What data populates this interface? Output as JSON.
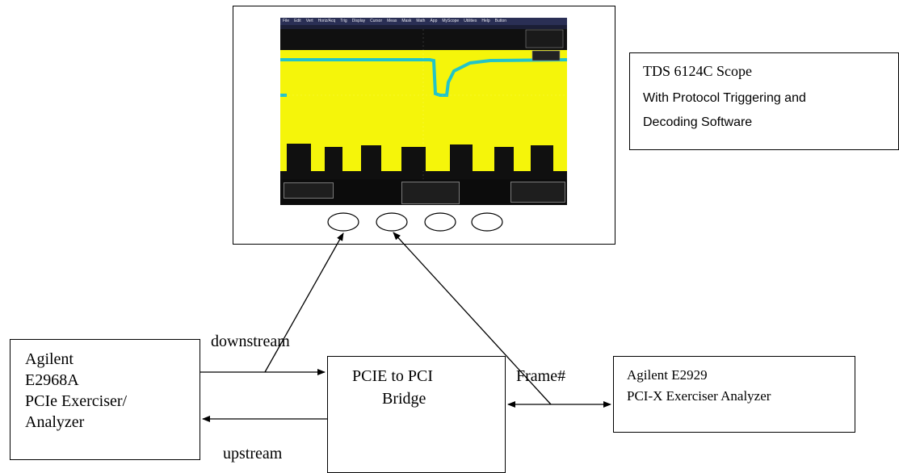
{
  "scope": {
    "label_line1": "TDS 6124C Scope",
    "label_line2": "With Protocol Triggering and",
    "label_line3": "Decoding Software",
    "menu": [
      "File",
      "Edit",
      "Vert",
      "Horiz/Acq",
      "Trig",
      "Display",
      "Cursor",
      "Meas",
      "Mask",
      "Math",
      "App",
      "MyScope",
      "Utilities",
      "Help",
      "Button"
    ],
    "trace_colors": {
      "ch1": "#f5f50a",
      "ch2": "#23c4c8"
    }
  },
  "exerciser": {
    "line1": "Agilent",
    "line2": "E2968A",
    "line3": "PCIe Exerciser/",
    "line4": "Analyzer"
  },
  "bridge": {
    "line1": "PCIE to PCI",
    "line2": "Bridge"
  },
  "analyzer": {
    "line1": "Agilent E2929",
    "line2": "PCI-X Exerciser Analyzer"
  },
  "links": {
    "downstream": "downstream",
    "upstream": "upstream",
    "frame": "Frame#"
  }
}
